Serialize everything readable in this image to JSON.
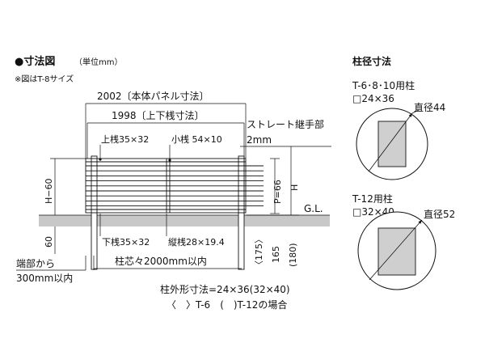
{
  "header": {
    "title": "●寸法図",
    "unit": "（単位mm）",
    "note": "※図はT-8サイズ"
  },
  "dimensions": {
    "panel_width": "2002〔本体パネル寸法〕",
    "rail_width": "1998〔上下桟寸法〕",
    "straight_joint": "ストレート継手部",
    "joint_gap": "2mm",
    "top_rail": "上桟35×32",
    "small_rail": "小桟 54×10",
    "bottom_rail": "下桟35×32",
    "vertical_rail": "縦桟28×19.4",
    "post_spacing": "柱芯々2000mm以内",
    "height_left": "H−60",
    "pitch": "P=66",
    "height": "H",
    "ground_level": "G.L.",
    "embed_depth": "60",
    "dim_175": "〈175〉",
    "dim_165": "165",
    "dim_180": "(180)",
    "edge_note_1": "端部から",
    "edge_note_2": "300mm以内",
    "post_size_note": "柱外形寸法=24×36(32×40)",
    "case_note": "〈　〉T-6　(　)T-12の場合"
  },
  "post_sizes": {
    "title": "柱径寸法",
    "group1_label": "T-6･8･10用柱",
    "group1_size": "□24×36",
    "group1_diameter": "直径44",
    "group2_label": "T-12用柱",
    "group2_size": "□32×40",
    "group2_diameter": "直径52"
  },
  "colors": {
    "ground": "#c8c8c8",
    "post_fill": "#cfcfcf",
    "line": "#111111"
  }
}
